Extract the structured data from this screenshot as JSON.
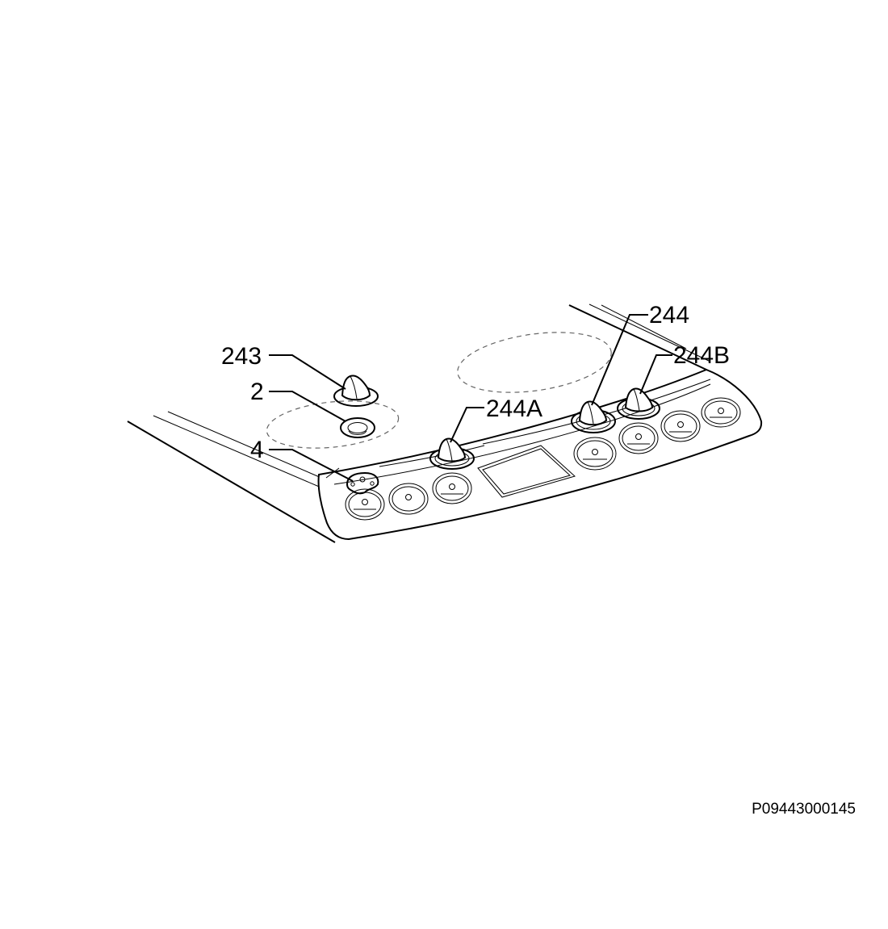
{
  "callouts": {
    "c243": "243",
    "c2": "2",
    "c4": "4",
    "c244A": "244A",
    "c244": "244",
    "c244B": "244B"
  },
  "reference_code": "P09443000145"
}
